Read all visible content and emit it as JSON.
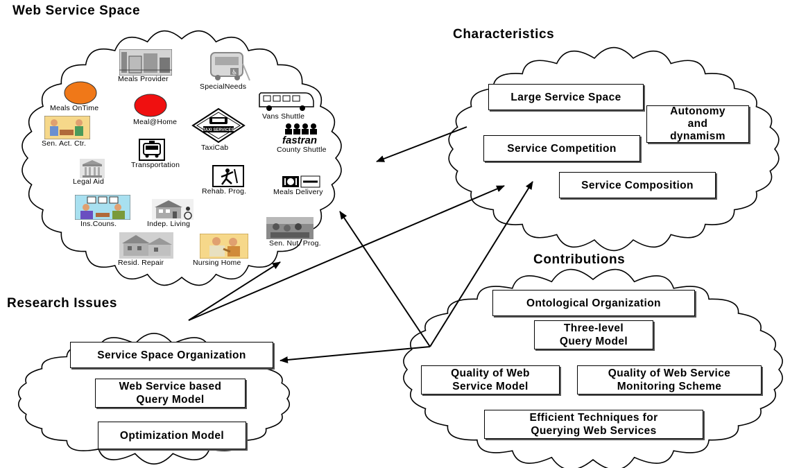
{
  "headings": {
    "web_service_space": "Web Service Space",
    "characteristics": "Characteristics",
    "contributions": "Contributions",
    "research_issues": "Research Issues"
  },
  "services": {
    "meals_provider": "Meals Provider",
    "special_needs": "SpecialNeeds",
    "meals_ontime": "Meals OnTime",
    "meal_at_home": "Meal@Home",
    "vans_shuttle": "Vans Shuttle",
    "sen_act_ctr": "Sen. Act. Ctr.",
    "taxicab": "TaxiCab",
    "taxi_sign": "TAXI SERVICES",
    "county_shuttle": "County Shuttle",
    "fastran_logo": "fastran",
    "transportation": "Transportation",
    "legal_aid": "Legal Aid",
    "rehab_prog": "Rehab. Prog.",
    "meals_delivery": "Meals Delivery",
    "ins_couns": "Ins.Couns.",
    "indep_living": "Indep. Living",
    "sen_nut_prog": "Sen. Nut. Prog.",
    "resid_repair": "Resid. Repair",
    "nursing_home": "Nursing Home"
  },
  "characteristics": {
    "large_space": "Large Service Space",
    "autonomy": "Autonomy\nand\ndynamism",
    "competition": "Service Competition",
    "composition": "Service Composition"
  },
  "contributions": {
    "ontological": "Ontological Organization",
    "three_level": "Three-level\nQuery Model",
    "qows_model": "Quality of Web\nService Model",
    "qows_monitoring": "Quality of Web Service\nMonitoring Scheme",
    "efficient": "Efficient Techniques for\nQuerying Web Services"
  },
  "research": {
    "space_org": "Service Space Organization",
    "ws_query": "Web Service based\nQuery Model",
    "optimization": "Optimization Model"
  },
  "colors": {
    "meals_ontime_circle": "#F07818",
    "meal_at_home_circle": "#F01010"
  }
}
